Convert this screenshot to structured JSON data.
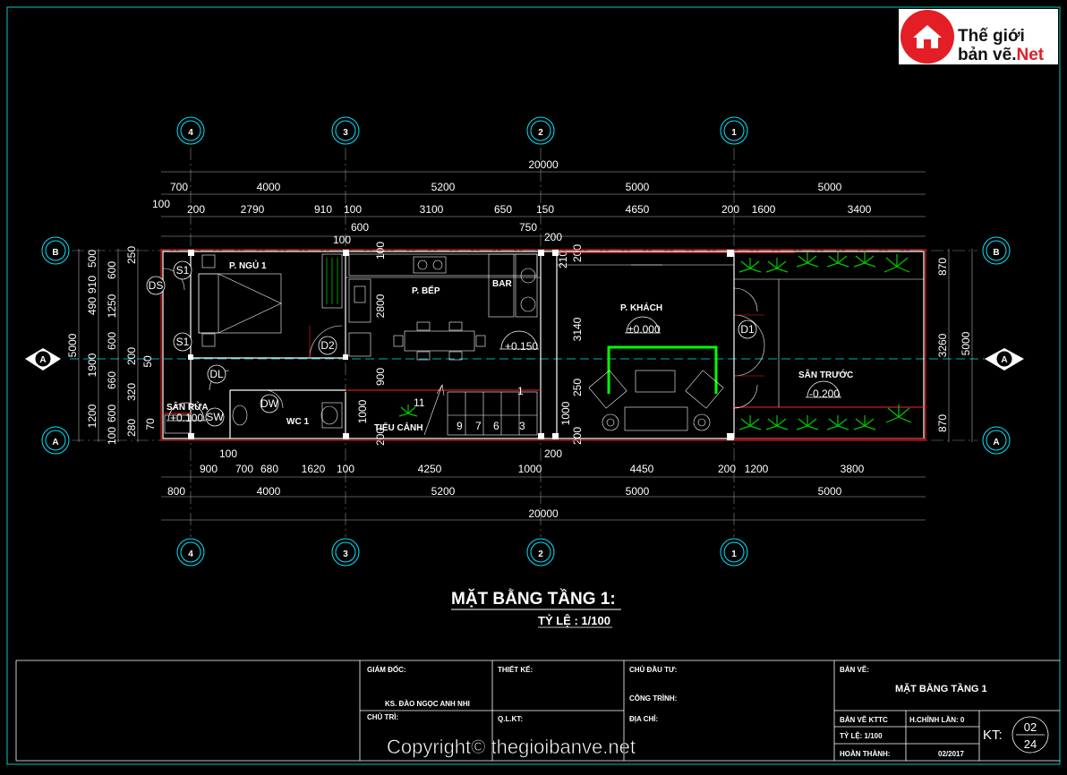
{
  "logo": {
    "line1": "Thế giới",
    "line2": "bản vẽ.",
    "line2_accent": "Net",
    "brand_color": "#e31e24"
  },
  "axes": {
    "top": [
      "4",
      "3",
      "2",
      "1"
    ],
    "bottom": [
      "4",
      "3",
      "2",
      "1"
    ],
    "left": [
      "B",
      "A"
    ],
    "right": [
      "B",
      "A"
    ],
    "section_marks": [
      "A",
      "A"
    ]
  },
  "dims_top": {
    "total": "20000",
    "row1": [
      "700",
      "4000",
      "5200",
      "5000",
      "5000"
    ],
    "row2": [
      "100",
      "200",
      "2790",
      "910",
      "100",
      "3100",
      "650",
      "150",
      "4650",
      "200",
      "1600",
      "3400"
    ],
    "row3": [
      "100",
      "600",
      "750",
      "200"
    ]
  },
  "dims_bottom": {
    "row1": [
      "900",
      "700",
      "680",
      "1620",
      "100",
      "4250",
      "1000",
      "4450",
      "200",
      "1200",
      "3800"
    ],
    "row1b": [
      "100",
      "200"
    ],
    "row2": [
      "800",
      "4000",
      "5200",
      "5000",
      "5000"
    ],
    "total": "20000"
  },
  "dims_left": {
    "outer": [
      "5000"
    ],
    "mid": [
      "490",
      "1900",
      "1200"
    ],
    "inner": [
      "500",
      "910",
      "600",
      "1250",
      "600",
      "660",
      "600",
      "100",
      "250",
      "200",
      "50",
      "320",
      "280",
      "70"
    ]
  },
  "dims_right": {
    "outer": "5000",
    "inner": [
      "870",
      "3260",
      "870"
    ]
  },
  "dims_interior": [
    "2800",
    "900",
    "1000",
    "200",
    "3140",
    "250",
    "1000",
    "200",
    "210",
    "200",
    "100"
  ],
  "rooms": {
    "bedroom": "P. NGỦ 1",
    "kitchen": "P. BẾP",
    "bar": "BAR",
    "living": "P. KHÁCH",
    "front_yard": "SÂN TRƯỚC",
    "wash_yard": "SÂN RỬA",
    "wc": "WC 1",
    "garden": "TIỂU CẢNH"
  },
  "levels": {
    "kitchen": "+0.150",
    "living": "±0.000",
    "front_yard": "-0.200",
    "wash_yard": "+0.100"
  },
  "tags": [
    "S1",
    "DS",
    "S1",
    "D2",
    "DL",
    "SW",
    "DW",
    "D1"
  ],
  "stairs": [
    "11",
    "9",
    "7",
    "6",
    "3",
    "1"
  ],
  "title": {
    "main": "MẶT BẰNG TẦNG 1:",
    "scale": "TỶ LỆ : 1/100"
  },
  "titleblock": {
    "director_label": "GIÁM ĐỐC:",
    "director_name": "KS. ĐÀO NGỌC ANH NHI",
    "chief_label": "CHỦ TRÌ:",
    "design_label": "THIẾT KẾ:",
    "qlkt_label": "Q.L.KT:",
    "owner_label": "CHỦ ĐẦU TƯ:",
    "project_label": "CÔNG TRÌNH:",
    "address_label": "ĐỊA CHỈ:",
    "sheet_label": "BẢN VẼ:",
    "sheet_name": "MẶT BẰNG TẦNG 1",
    "drawing_type": "BẢN VẼ KTTC",
    "revision": "H.CHỈNH LẦN: 0",
    "scale": "TỶ LỆ: 1/100",
    "completion_label": "HOÀN THÀNH:",
    "completion_date": "02/2017",
    "kt_label": "KT:",
    "sheet_no": "02",
    "sheet_total": "24"
  },
  "copyright": "Copyright© thegioibanve.net"
}
